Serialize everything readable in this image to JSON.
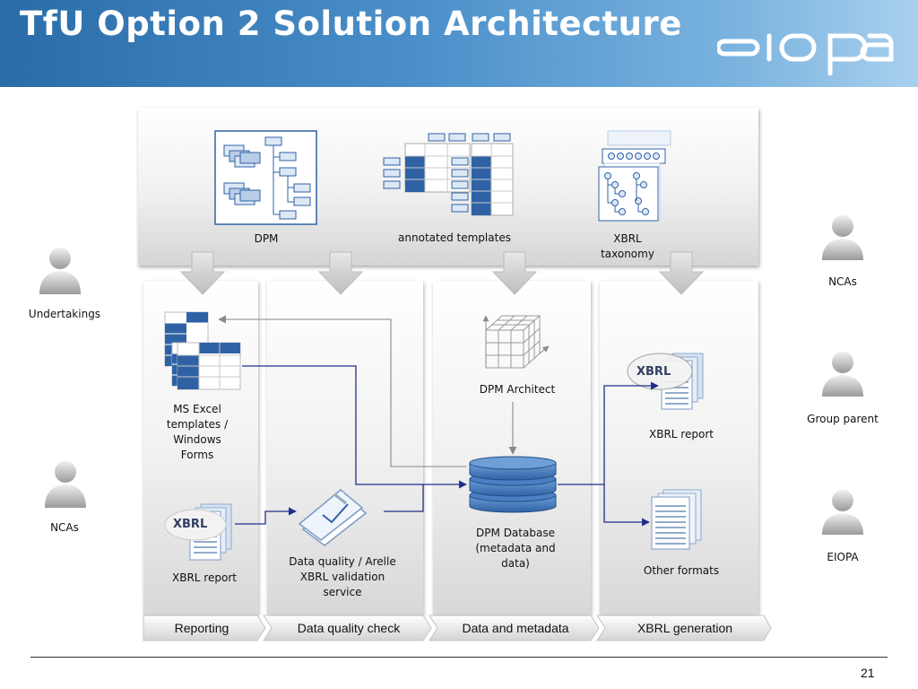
{
  "title": "TfU Option 2 Solution Architecture",
  "logo": "eiopa",
  "top_items": {
    "dpm": "DPM",
    "annotated": "annotated templates",
    "taxonomy": "XBRL taxonomy"
  },
  "actors": {
    "undertakings": "Undertakings",
    "ncas_left": "NCAs",
    "ncas_right": "NCAs",
    "group_parent": "Group parent",
    "eiopa": "EIOPA"
  },
  "components": {
    "excel": "MS Excel templates / Windows Forms",
    "xbrl_report_left": "XBRL report",
    "dq_service": "Data quality / Arelle XBRL validation service",
    "dpm_architect": "DPM Architect",
    "dpm_db": "DPM Database (metadata and data)",
    "xbrl_report_right": "XBRL report",
    "other_formats": "Other formats",
    "xbrl_logo": "XBRL"
  },
  "stages": [
    "Reporting",
    "Data quality check",
    "Data and metadata",
    "XBRL generation"
  ],
  "page_number": "21"
}
